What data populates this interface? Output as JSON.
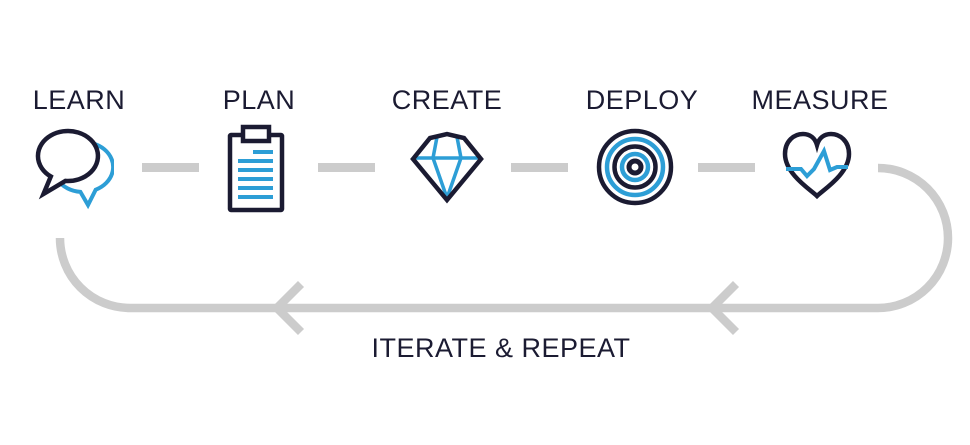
{
  "diagram": {
    "stages": [
      {
        "label": "LEARN",
        "icon": "speech-bubbles-icon"
      },
      {
        "label": "PLAN",
        "icon": "clipboard-icon"
      },
      {
        "label": "CREATE",
        "icon": "diamond-icon"
      },
      {
        "label": "DEPLOY",
        "icon": "target-icon"
      },
      {
        "label": "MEASURE",
        "icon": "heart-pulse-icon"
      }
    ],
    "loop": {
      "label": "ITERATE & REPEAT"
    },
    "colors": {
      "navy": "#1b1b32",
      "blue": "#2d9ed6",
      "gray": "#cccccc",
      "background": "#ffffff"
    }
  }
}
